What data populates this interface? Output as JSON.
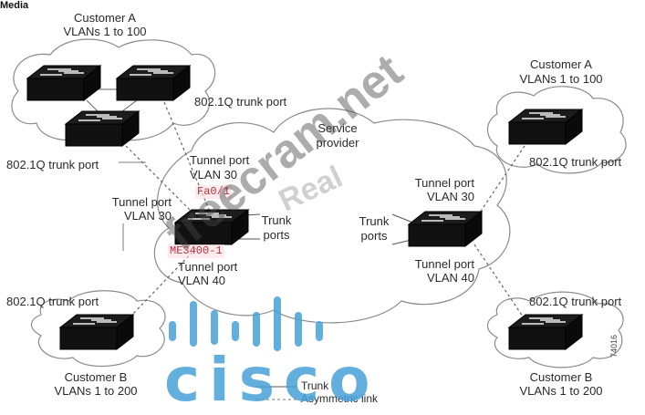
{
  "header": {
    "label": "Media"
  },
  "diagram": {
    "service_provider": {
      "label_line1": "Service",
      "label_line2": "provider"
    },
    "customer_a_left": {
      "name": "Customer A",
      "vlans": "VLANs 1 to 100",
      "trunk_port_top": "802.1Q trunk port",
      "trunk_port_bottom": "802.1Q trunk port"
    },
    "customer_a_right": {
      "name": "Customer A",
      "vlans": "VLANs 1 to 100",
      "trunk_port": "802.1Q trunk port"
    },
    "customer_b_left": {
      "name": "Customer B",
      "vlans": "VLANs 1 to 200",
      "trunk_port": "802.1Q trunk port"
    },
    "customer_b_right": {
      "name": "Customer B",
      "vlans": "VLANs 1 to 200",
      "trunk_port": "802.1Q trunk port"
    },
    "left_pe_switch": {
      "name": "ME3400-1",
      "port_id": "Fa0/1",
      "tunnel_top_line1": "Tunnel port",
      "tunnel_top_line2": "VLAN 30",
      "tunnel_left_line1": "Tunnel port",
      "tunnel_left_line2": "VLAN 30",
      "tunnel_bottom_line1": "Tunnel port",
      "tunnel_bottom_line2": "VLAN 40",
      "trunk_line1": "Trunk",
      "trunk_line2": "ports"
    },
    "right_pe_switch": {
      "tunnel_top_line1": "Tunnel port",
      "tunnel_top_line2": "VLAN 30",
      "tunnel_bottom_line1": "Tunnel port",
      "tunnel_bottom_line2": "VLAN 40",
      "trunk_line1": "Trunk",
      "trunk_line2": "ports"
    },
    "legend": {
      "solid": "Trunk",
      "dashed": "Asymmetric link"
    },
    "figure_id": "74016"
  },
  "watermarks": {
    "primary": "freecram.net",
    "secondary": "Real",
    "logo": "cisco"
  },
  "colors": {
    "switch": "#111111",
    "cloud_stroke": "#8a8a8a",
    "accent_red": "#b8323c",
    "cisco_blue": "#46a0d7"
  }
}
